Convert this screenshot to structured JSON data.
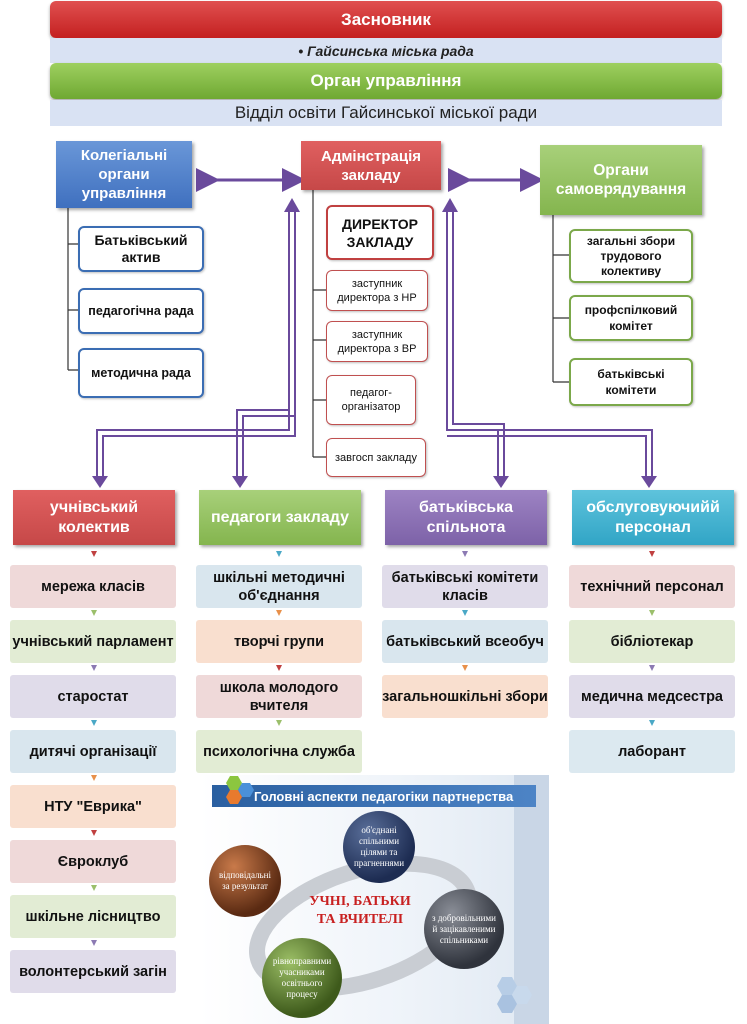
{
  "founder": {
    "title": "Засновник",
    "value": "• Гайсинська міська рада"
  },
  "management_body": {
    "title": "Орган управління",
    "value": "Відділ освіти Гайсинської міської ради"
  },
  "collegial": {
    "title": "Колегіальні органи управління",
    "items": [
      "Батьківський актив",
      "педагогічна рада",
      "методична рада"
    ]
  },
  "administration": {
    "title": "Адмінстрація закладу",
    "director": "ДИРЕКТОР ЗАКЛАДУ",
    "items": [
      "заступник директора з НР",
      "заступник директора з ВР",
      "педагог-організатор",
      "завгосп закладу"
    ]
  },
  "self_government": {
    "title": "Органи самоврядування",
    "items": [
      "загальні збори трудового колективу",
      "профспілковий комітет",
      "батьківські комітети"
    ]
  },
  "columns": [
    {
      "title": "учнівський колектив",
      "items": [
        "мережа класів",
        "учнівський парламент",
        "старостат",
        "дитячі організації",
        "НТУ \"Еврика\"",
        "Євроклуб",
        "шкільне лісництво",
        "волонтерський загін"
      ]
    },
    {
      "title": "педагоги закладу",
      "items": [
        "шкільні методичні об'єднання",
        "творчі групи",
        "школа молодого вчителя",
        "психологічна служба"
      ]
    },
    {
      "title": "батьківська спільнота",
      "items": [
        "батьківські комітети класів",
        "батьківський всеобуч",
        "загальношкільні збори"
      ]
    },
    {
      "title": "обслуговуючийй персонал",
      "items": [
        "технічний персонал",
        "бібліотекар",
        "медична медсестра",
        "лаборант"
      ]
    }
  ],
  "partnership": {
    "header": "Головні аспекти педагогіки партнерства",
    "center": "УЧНІ, БАТЬКИ ТА ВЧИТЕЛІ",
    "aspects": [
      "об'єднані спільними цілями та прагненнями",
      "з добровільними й зацікавленими спільниками",
      "рівноправними учасниками освітнього процесу",
      "відповідальні за результат"
    ]
  },
  "colors": {
    "red": "#c64848",
    "green": "#84b54e",
    "blue": "#3f70bf",
    "purple": "#7d62a8",
    "teal": "#31a5c6",
    "arrow": "#6a4a9c"
  }
}
